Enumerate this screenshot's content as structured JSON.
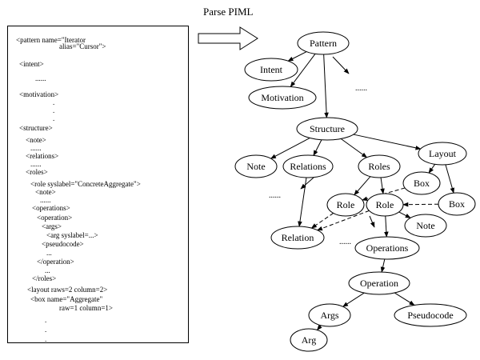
{
  "header": {
    "parse_label": "Parse PIML"
  },
  "code_lines": [
    "<pattern name=\"Iterator",
    "alias=\"Cursor\">",
    "<intent>",
    "......",
    "<motivation>",
    ".",
    ".",
    ".",
    "<structure>",
    "<note>",
    "......",
    "<relations>",
    "......",
    "<roles>",
    "<role syslabel=\"ConcreteAggregate\">",
    "<note>",
    "......",
    "<operations>",
    "<operation>",
    "<args>",
    "<arg syslabel=...>",
    "<pseudocode>",
    "...",
    "</operation>",
    "...",
    "</roles>",
    "<layout raws=2 column=2>",
    "<box name=\"Aggregate\"",
    "raw=1 column=1>",
    ".",
    ".",
    "."
  ],
  "nodes": {
    "pattern": "Pattern",
    "intent": "Intent",
    "motivation": "Motivation",
    "structure": "Structure",
    "note": "Note",
    "relations": "Relations",
    "roles": "Roles",
    "layout": "Layout",
    "box1": "Box",
    "box2": "Box",
    "role1": "Role",
    "role2": "Role",
    "relation": "Relation",
    "note2": "Note",
    "operations": "Operations",
    "operation": "Operation",
    "args": "Args",
    "pseudocode": "Pseudocode",
    "arg": "Arg"
  },
  "ellipses": {
    "pattern_more": "......",
    "relations_more": "......",
    "role_more": "......"
  }
}
